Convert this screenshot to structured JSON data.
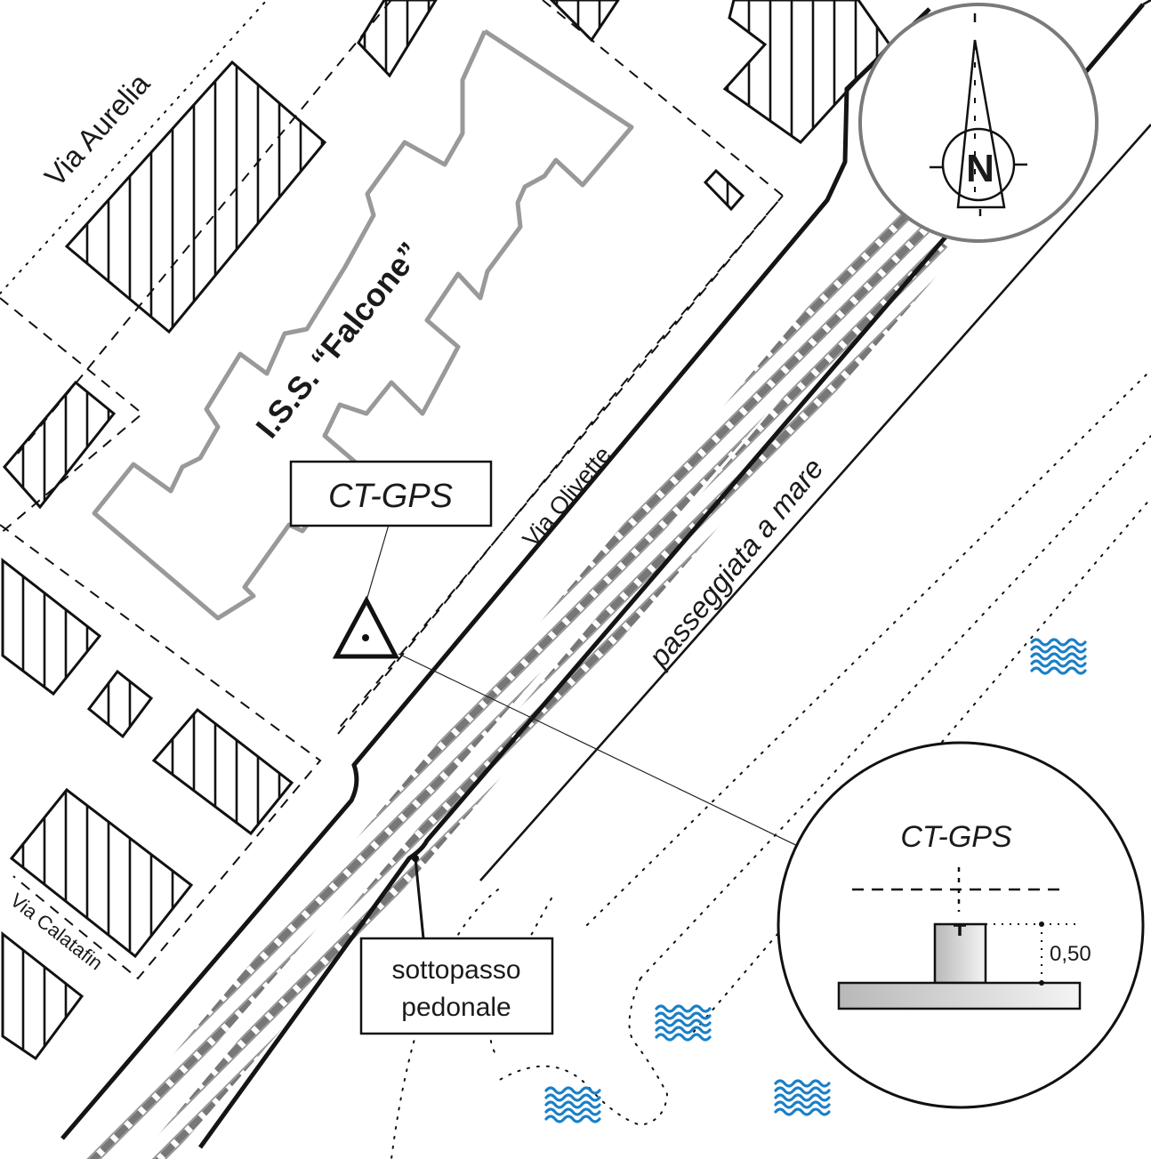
{
  "map": {
    "labels": {
      "via_aurelia": "Via Aurelia",
      "via_calatafin": "Via Calatafin",
      "via_olivette": "Via Olivette",
      "passeggiata": "passeggiata a mare",
      "school": "I.S.S. “Falcone”",
      "gps_station": "CT-GPS",
      "underpass_line1": "sottopasso",
      "underpass_line2": "pedonale"
    },
    "compass": {
      "letter": "N",
      "icon": "north-arrow-icon"
    },
    "detail_inset": {
      "title": "CT-GPS",
      "height_label": "0,50"
    },
    "colors": {
      "water": "#1a7fc7",
      "school_outline": "#999999",
      "rail": "#777777",
      "ink": "#141414"
    },
    "legend_symbols": {
      "water": "water-waves-icon",
      "gps_marker": "triangle-benchmark-icon",
      "building": "hatched-building"
    }
  }
}
